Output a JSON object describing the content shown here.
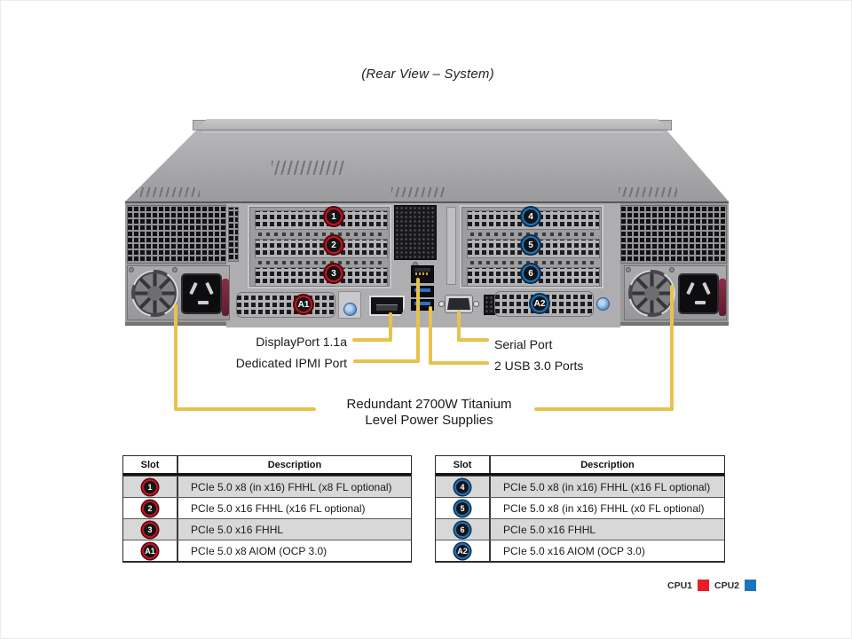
{
  "title": "(Rear View – System)",
  "callouts": {
    "displayport": "DisplayPort 1.1a",
    "ipmi": "Dedicated IPMI Port",
    "serial": "Serial Port",
    "usb": "2 USB 3.0 Ports",
    "psu_line1": "Redundant 2700W Titanium",
    "psu_line2": "Level Power Supplies"
  },
  "server": {
    "badges": [
      {
        "label": "1",
        "color": "red"
      },
      {
        "label": "2",
        "color": "red"
      },
      {
        "label": "3",
        "color": "red"
      },
      {
        "label": "A1",
        "color": "red"
      },
      {
        "label": "4",
        "color": "blue"
      },
      {
        "label": "5",
        "color": "blue"
      },
      {
        "label": "6",
        "color": "blue"
      },
      {
        "label": "A2",
        "color": "blue"
      }
    ]
  },
  "tables": [
    {
      "badge_color": "red",
      "headers": [
        "Slot",
        "Description"
      ],
      "rows": [
        {
          "slot": "1",
          "description": "PCIe 5.0 x8 (in x16) FHHL  (x8 FL optional)"
        },
        {
          "slot": "2",
          "description": "PCIe 5.0 x16 FHHL  (x16 FL optional)"
        },
        {
          "slot": "3",
          "description": "PCIe 5.0 x16 FHHL"
        },
        {
          "slot": "A1",
          "description": "PCIe 5.0 x8 AIOM (OCP 3.0)"
        }
      ]
    },
    {
      "badge_color": "blue",
      "headers": [
        "Slot",
        "Description"
      ],
      "rows": [
        {
          "slot": "4",
          "description": "PCIe 5.0 x8 (in x16) FHHL  (x16 FL optional)"
        },
        {
          "slot": "5",
          "description": "PCIe 5.0 x8 (in x16) FHHL  (x0 FL optional)"
        },
        {
          "slot": "6",
          "description": "PCIe 5.0 x16 FHHL"
        },
        {
          "slot": "A2",
          "description": "PCIe 5.0 x16 AIOM (OCP 3.0)"
        }
      ]
    }
  ],
  "legend": [
    {
      "label": "CPU1",
      "color": "#EC1C24"
    },
    {
      "label": "CPU2",
      "color": "#1C75BC"
    }
  ],
  "colors": {
    "callout_yellow": "#E7C24E",
    "badge_red_ring": "#C61421",
    "badge_blue_ring": "#1D73BD",
    "cpu1_red": "#EC1C24",
    "cpu2_blue": "#1C75BC"
  }
}
